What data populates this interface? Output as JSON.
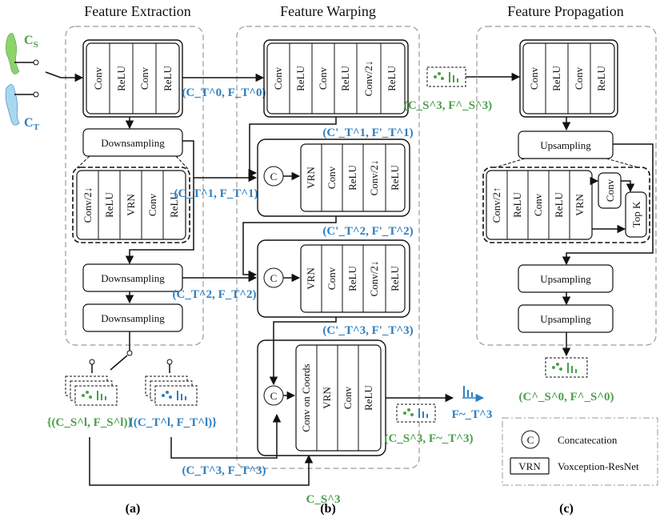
{
  "titles": {
    "extraction": "Feature Extraction",
    "warping": "Feature Warping",
    "propagation": "Feature Propagation"
  },
  "inputs": {
    "cs": "C",
    "cs_sub": "S",
    "ct": "C",
    "ct_sub": "T"
  },
  "layers": {
    "conv": "Conv",
    "relu": "ReLU",
    "conv_down": "Conv/2↓",
    "conv_up": "Conv/2↑",
    "vrn": "VRN",
    "conv_coords": "Conv on Coords",
    "topk": "Top K"
  },
  "blocks": {
    "downsampling": "Downsampling",
    "upsampling": "Upsampling",
    "concat": "C"
  },
  "feature_labels": {
    "level0": "(C_T^0, F_T^0)",
    "level1": "(C_T^1, F_T^1)",
    "level2": "(C_T^2, F_T^2)",
    "level3": "(C_T^3, F_T^3)",
    "warped1": "(C'_T^1, F'_T^1)",
    "warped2": "(C'_T^2, F'_T^2)",
    "warped3": "(C'_T^3, F'_T^3)",
    "set_s": "{(C_S^l, F_S^l)}",
    "set_t": "{(C_T^l, F_T^l)}",
    "cs3": "C_S^3",
    "out_warp": "(C_S^3, F~_T^3)",
    "ft3": "F~_T^3",
    "in_prop": "(C_S^3, F^_S^3)",
    "out_prop": "(C^_S^0, F^_S^0)"
  },
  "legend": {
    "concat_symbol": "C",
    "concat_text": "Concatecation",
    "vrn_symbol": "VRN",
    "vrn_text": "Voxception-ResNet"
  },
  "captions": {
    "a": "(a)",
    "b": "(b)",
    "c": "(c)"
  },
  "colors": {
    "blue": "#2e7fc2",
    "green": "#4aa04a",
    "panel": "#9a9a9a"
  }
}
